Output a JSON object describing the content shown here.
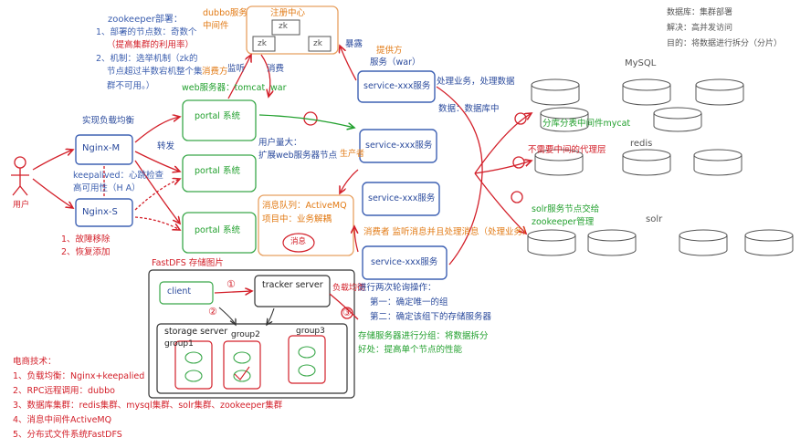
{
  "notes_top_left": {
    "title": "zookeeper部署：",
    "line1": "1、部署的节点数：奇数个",
    "line2": "（提高集群的利用率）",
    "line3": "2、机制：选举机制（zk的",
    "line4": "节点超过半数宕机整个集",
    "line4b": "消费方",
    "line5": "群不可用。）"
  },
  "dubbo": {
    "label1": "dubbo服务",
    "label2": "中间件",
    "registry": "注册中心",
    "zk": "zk"
  },
  "labels": {
    "expose": "暴露",
    "provider": "提供方",
    "service_war": "服务（war）",
    "monitor": "监听",
    "consume": "消费",
    "web_server": "web服务器：tomcat",
    "war": "war",
    "load_balance": "实现负载均衡",
    "forward": "转发",
    "keepalived1": "keepalived：心跳检查",
    "keepalived2": "高可用性（H A）",
    "fault1": "1、故障移除",
    "fault2": "2、恢复添加",
    "user": "用户",
    "user_growth1": "用户量大：",
    "user_growth2": "扩展web服务器节点",
    "producer": "生产者",
    "mq1": "消息队列：ActiveMQ",
    "mq2": "项目中：业务解耦",
    "mq_msg": "消息",
    "consumer_note": "消费者  监听消息并且处理消息（处理业务）",
    "handle_biz": "处理业务，处理数据",
    "data_to_db": "数据：数据库中",
    "db_cluster": "数据库：集群部署",
    "solve": "解决：高并发访问",
    "goal": "目的：将数据进行拆分（分片）",
    "mysql": "MySQL",
    "mycat": "分库分表中间件mycat",
    "redis": "redis",
    "no_middleware": "不需要中间的代理层",
    "solr": "solr",
    "solr_note1": "solr服务节点交给",
    "solr_note2": "zookeeper管理",
    "fastdfs": "FastDFS  存储图片",
    "client": "client",
    "tracker": "tracker server",
    "lb2": "负载均衡",
    "storage": "storage server",
    "group1": "group1",
    "group2": "group2",
    "group3": "group3",
    "poll_title": "进行两次轮询操作：",
    "poll1": "第一：确定唯一的组",
    "poll2": "第二：确定该组下的存储服务器",
    "storage_note1": "存储服务器进行分组：将数据拆分",
    "storage_note2": "好处：提高单个节点的性能",
    "circle1": "①",
    "circle2": "②",
    "circle3": "③"
  },
  "nodes": {
    "nginx_m": "Nginx-M",
    "nginx_s": "Nginx-S",
    "portal": "portal 系统",
    "service": "service-xxx服务"
  },
  "tech_summary": {
    "title": "电商技术：",
    "item1": "1、负载均衡：Nginx+keepalied",
    "item2": "2、RPC远程调用：dubbo",
    "item3": "3、数据库集群：redis集群、mysql集群、solr集群、zookeeper集群",
    "item4": "4、消息中间件ActiveMQ",
    "item5": "5、分布式文件系统FastDFS"
  },
  "colors": {
    "blue_box": "#3f62b4",
    "green_box": "#3aa84a",
    "red_arrow": "#d3202a",
    "orange_box": "#e8a060",
    "green_text": "#22a02e"
  }
}
